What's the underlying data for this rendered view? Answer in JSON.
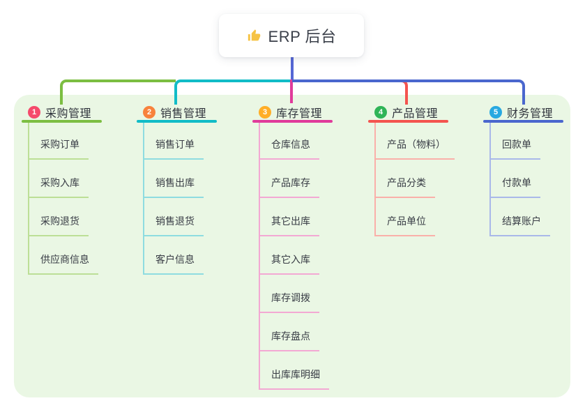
{
  "root": {
    "label": "ERP 后台",
    "icon": "thumbs-up-icon",
    "icon_color": "#F6C344",
    "connector_color": "#5567D5"
  },
  "panel_color": "#EAF7E4",
  "branches": [
    {
      "index": "1",
      "label": "采购管理",
      "badge_color": "#F54A6B",
      "line_color": "#7CBE42",
      "light_color": "#BCDF96",
      "children": [
        "采购订单",
        "采购入库",
        "采购退货",
        "供应商信息"
      ]
    },
    {
      "index": "2",
      "label": "销售管理",
      "badge_color": "#F8823C",
      "line_color": "#11BCC7",
      "light_color": "#8EDCE0",
      "children": [
        "销售订单",
        "销售出库",
        "销售退货",
        "客户信息"
      ]
    },
    {
      "index": "3",
      "label": "库存管理",
      "badge_color": "#FFAE27",
      "line_color": "#E03B9B",
      "light_color": "#F3A8D3",
      "children": [
        "仓库信息",
        "产品库存",
        "其它出库",
        "其它入库",
        "库存调拨",
        "库存盘点",
        "出库库明细"
      ]
    },
    {
      "index": "4",
      "label": "产品管理",
      "badge_color": "#2FB457",
      "line_color": "#F4544F",
      "light_color": "#FAB0A9",
      "children": [
        "产品（物料）",
        "产品分类",
        "产品单位"
      ]
    },
    {
      "index": "5",
      "label": "财务管理",
      "badge_color": "#28A9E1",
      "line_color": "#4A67CE",
      "light_color": "#A9B8E9",
      "children": [
        "回款单",
        "付款单",
        "结算账户"
      ]
    }
  ]
}
